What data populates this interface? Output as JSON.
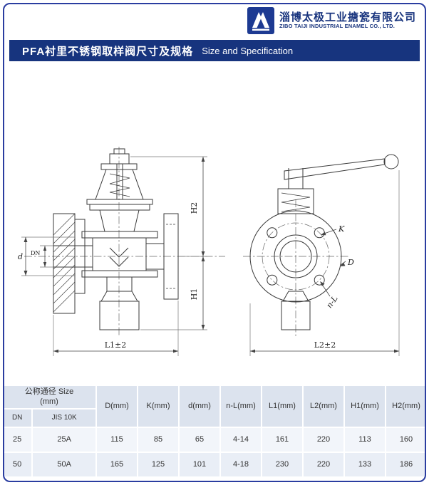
{
  "header": {
    "company_cn": "淄博太极工业搪瓷有限公司",
    "company_en": "ZIBO TAIJI INDUSTRIAL ENAMEL CO., LTD."
  },
  "banner": {
    "title_cn": "PFA衬里不锈钢取样阀尺寸及规格",
    "title_en": "Size and Specification"
  },
  "drawing": {
    "front": {
      "d": "d",
      "dn": "DN",
      "h1": "H1",
      "h2": "H2",
      "l1": "L1±2"
    },
    "side": {
      "k": "K",
      "d": "D",
      "nl": "n-L",
      "l2": "L2±2"
    }
  },
  "table": {
    "group_header": {
      "title": "公称通径 Size",
      "unit": "(mm)"
    },
    "sub_headers": [
      "DN",
      "JIS 10K"
    ],
    "columns": [
      "D(mm)",
      "K(mm)",
      "d(mm)",
      "n-L(mm)",
      "L1(mm)",
      "L2(mm)",
      "H1(mm)",
      "H2(mm)"
    ],
    "rows": [
      [
        "25",
        "25A",
        "115",
        "85",
        "65",
        "4-14",
        "161",
        "220",
        "113",
        "160"
      ],
      [
        "50",
        "50A",
        "165",
        "125",
        "101",
        "4-18",
        "230",
        "220",
        "133",
        "186"
      ]
    ]
  },
  "colors": {
    "frame_blue": "#2a3da0",
    "banner_bg": "#17347e",
    "brand_blue": "#17337d",
    "table_header_bg": "#dce3ee"
  }
}
